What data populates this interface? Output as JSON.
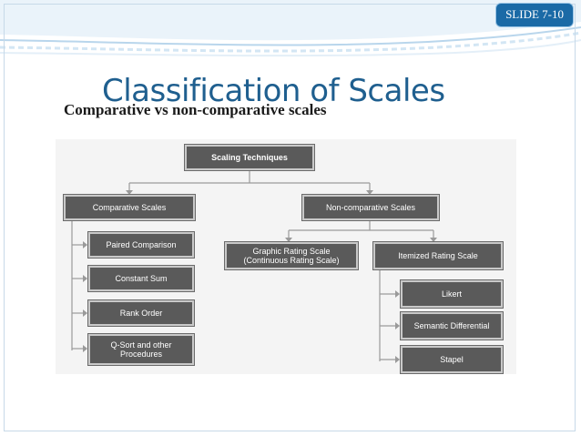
{
  "slide": {
    "badge": "SLIDE 7-10",
    "title": "Classification of Scales",
    "subtitle": "Comparative vs non-comparative scales"
  },
  "diagram": {
    "root": "Scaling Techniques",
    "comparative": {
      "label": "Comparative Scales",
      "children": [
        "Paired Comparison",
        "Constant Sum",
        "Rank Order",
        "Q-Sort and other Procedures"
      ]
    },
    "noncomparative": {
      "label": "Non-comparative Scales",
      "graphic": "Graphic Rating Scale (Continuous Rating Scale)",
      "itemized": {
        "label": "Itemized Rating Scale",
        "children": [
          "Likert",
          "Semantic Differential",
          "Stapel"
        ]
      }
    }
  },
  "colors": {
    "title": "#1f5f8f",
    "badge": "#1b6aa6",
    "node_fill": "#5a5a5a",
    "connector": "#9a9a9a"
  }
}
